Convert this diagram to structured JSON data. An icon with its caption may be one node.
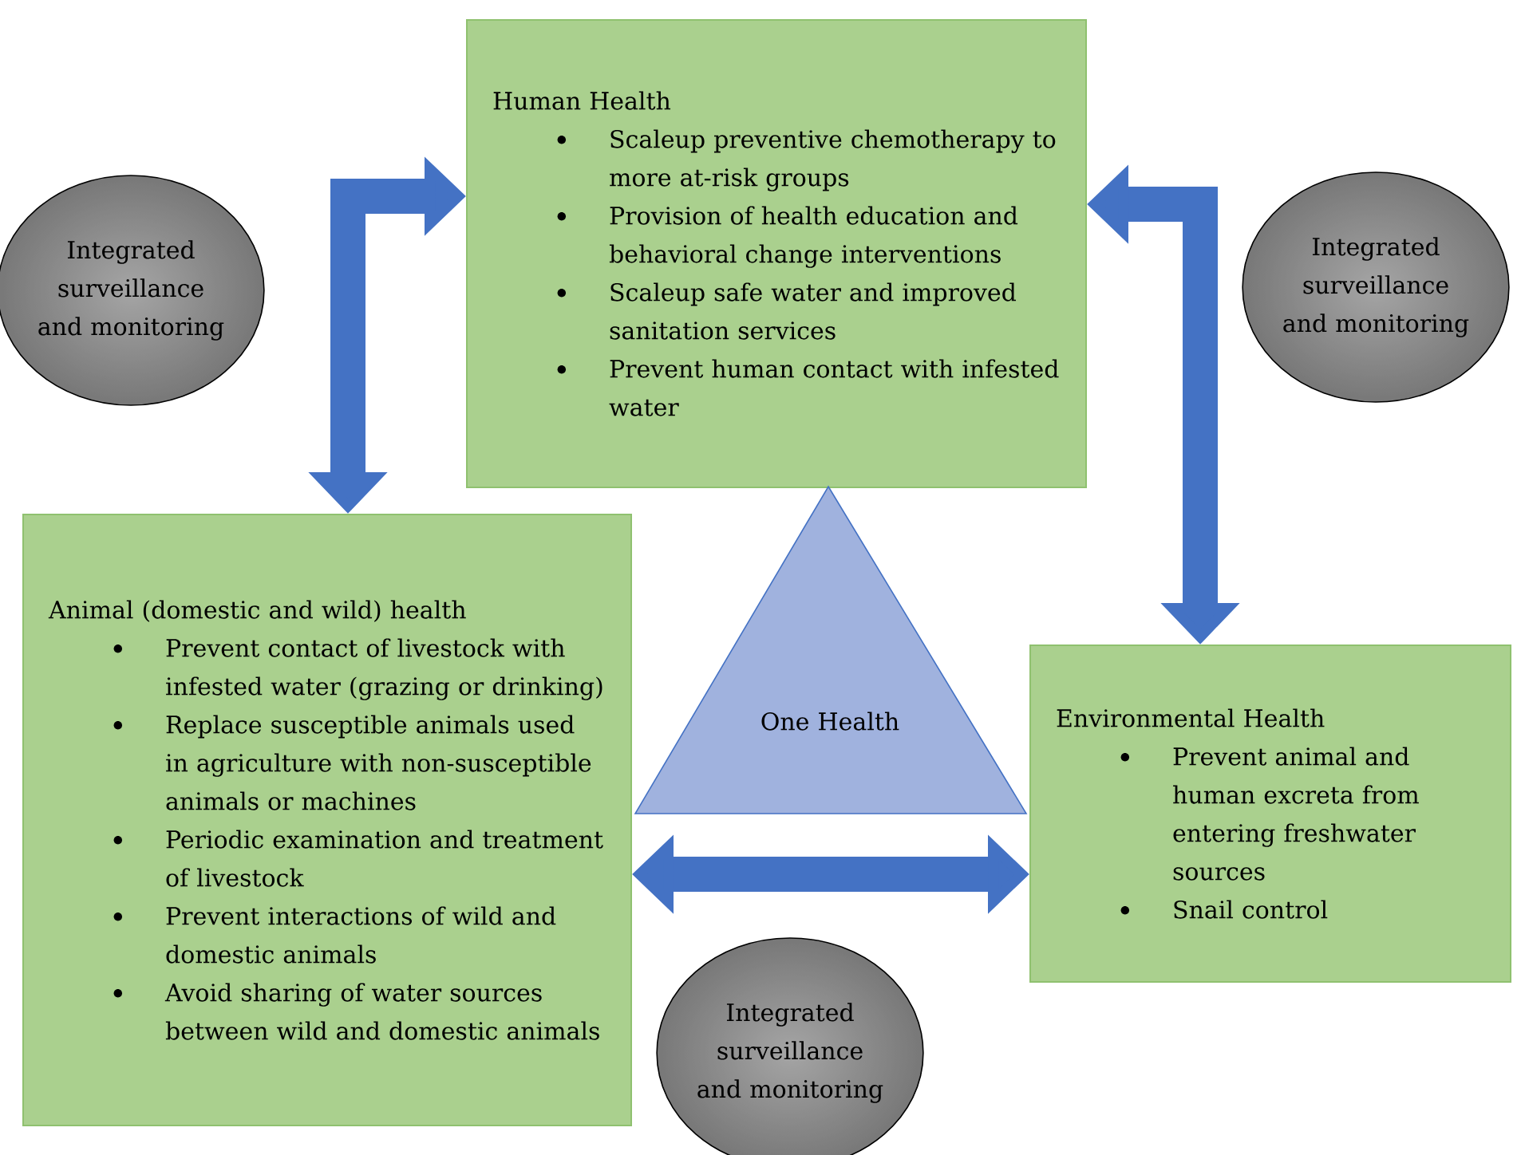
{
  "diagram": {
    "nodes": [
      {
        "text": [
          "Human Health",
          "Scaleup preventive chemotherapy to more at-risk groups",
          "Provision of health education and behavioral change interventions",
          "Scaleup safe water and improved sanitation services",
          "Prevent human contact with infested water"
        ]
      },
      {
        "text": [
          "Animal (domestic and wild) health",
          "Prevent contact of livestock with infested water (grazing or drinking)",
          "Replace susceptible animals used in agriculture with non-susceptible animals or machines",
          "Periodic examination and treatment of livestock",
          "Prevent interactions of wild and domestic animals",
          "Avoid sharing of water sources between wild and domestic animals"
        ]
      },
      {
        "text": [
          "Environmental Health",
          "Prevent animal and human excreta from entering freshwater sources",
          "Snail control"
        ]
      },
      {
        "text": [
          "One Health"
        ]
      },
      {
        "text": [
          "Integrated surveillance and monitoring"
        ]
      },
      {
        "text": [
          "Integrated surveillance and monitoring"
        ]
      },
      {
        "text": [
          "Integrated surveillance and monitoring"
        ]
      }
    ],
    "edges": [
      {
        "from": 0,
        "to": 1,
        "arrow": "both"
      },
      {
        "from": 0,
        "to": 2,
        "arrow": "both"
      },
      {
        "from": 1,
        "to": 2,
        "arrow": "both"
      }
    ]
  }
}
